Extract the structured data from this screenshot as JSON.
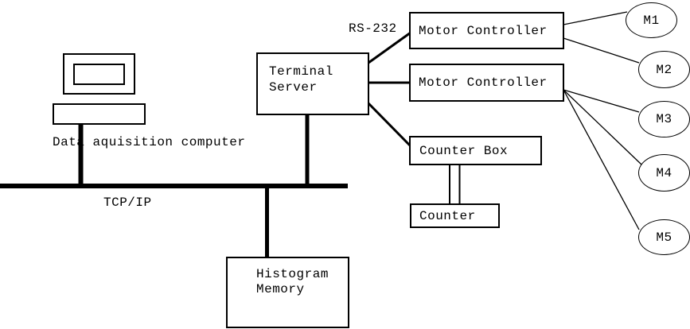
{
  "diagram": {
    "colors": {
      "background": "#ffffff",
      "stroke": "#000000"
    },
    "labels": {
      "computer_caption": "Data aquisition computer",
      "bus": "TCP/IP",
      "serial_link": "RS-232"
    },
    "nodes": {
      "terminal_server": "Terminal\nServer",
      "motor_controller_1": "Motor Controller",
      "motor_controller_2": "Motor Controller",
      "counter_box": "Counter Box",
      "counter": "Counter",
      "histogram_memory": "Histogram\nMemory"
    },
    "motors": [
      {
        "label": "M1"
      },
      {
        "label": "M2"
      },
      {
        "label": "M3"
      },
      {
        "label": "M4"
      },
      {
        "label": "M5"
      }
    ]
  }
}
